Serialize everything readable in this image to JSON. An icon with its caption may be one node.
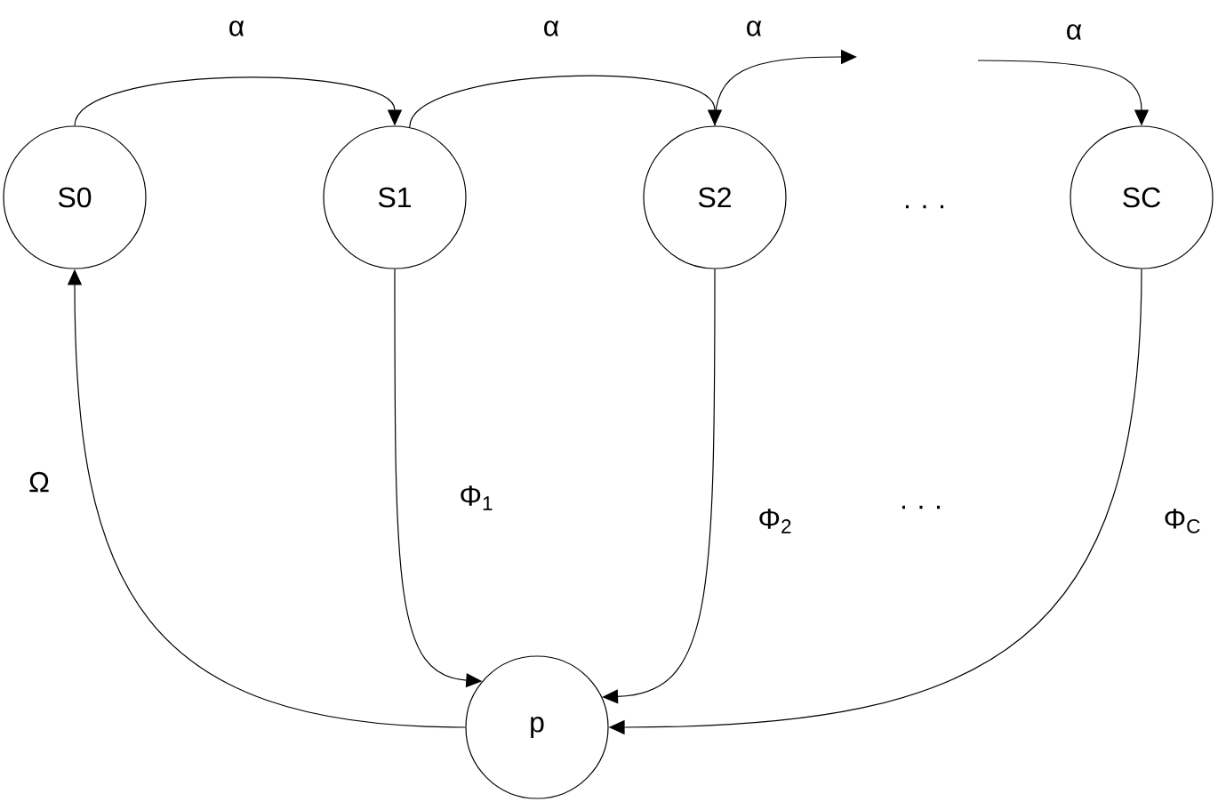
{
  "diagram": {
    "nodes": [
      {
        "text": [
          "S0"
        ]
      },
      {
        "text": [
          "S1"
        ]
      },
      {
        "text": [
          "S2"
        ]
      },
      {
        "text": [
          "SC"
        ]
      },
      {
        "text": [
          "p"
        ]
      }
    ],
    "edges": [
      {
        "from": 0,
        "to": 1,
        "arrow": "to",
        "label": "α"
      },
      {
        "from": 1,
        "to": 2,
        "arrow": "to",
        "label": "α"
      },
      {
        "from": 2,
        "to": null,
        "arrow": "to",
        "label": "α"
      },
      {
        "from": null,
        "to": 3,
        "arrow": "to",
        "label": "α"
      },
      {
        "from": 1,
        "to": 4,
        "arrow": "to",
        "label": "Φ$_{1}$"
      },
      {
        "from": 2,
        "to": 4,
        "arrow": "to",
        "label": "Φ$_{2}$"
      },
      {
        "from": 3,
        "to": 4,
        "arrow": "to",
        "label": "Φ$_{C}$"
      },
      {
        "from": 4,
        "to": 0,
        "arrow": "to",
        "label": "Ω"
      }
    ],
    "labels": [
      "· · ·",
      "· · ·"
    ]
  }
}
